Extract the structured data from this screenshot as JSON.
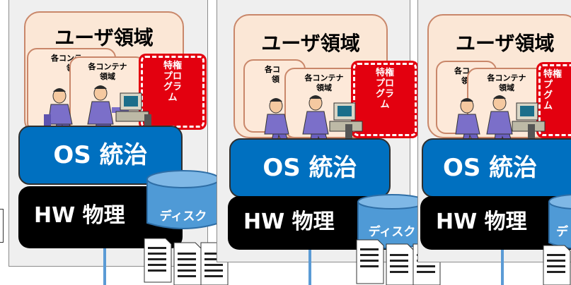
{
  "panels": [
    {
      "user_area_label": "ユーザ領域",
      "container_labels": [
        "各コンテナ領域",
        "各コンテナ領域"
      ],
      "container_label_lines": [
        [
          "各コンテ",
          "領"
        ],
        [
          "各コンテナ",
          "領域"
        ]
      ],
      "privileged_label_lines": [
        "特権",
        "プロ",
        "グラ",
        "ム"
      ],
      "os_label": "OS 統治",
      "hw_label": "HW 物理",
      "disk_label": "ディスク"
    },
    {
      "user_area_label": "ユーザ領域",
      "container_label_lines": [
        [
          "各コ",
          "領"
        ],
        [
          "各コンテナ",
          "領域"
        ]
      ],
      "privileged_label_lines": [
        "特権",
        "プロ",
        "グラ",
        "ム"
      ],
      "os_label": "OS 統治",
      "hw_label": "HW 物理",
      "disk_label": "ディスク"
    },
    {
      "user_area_label": "ユーザ領域",
      "container_label_lines": [
        [
          "各コ",
          "領"
        ],
        [
          "各コンテナ",
          "領域"
        ]
      ],
      "privileged_label_lines": [
        "特権",
        "プ",
        "グ",
        "ム"
      ],
      "os_label": "OS 統治",
      "hw_label": "HW 物理",
      "disk_label": "デ"
    }
  ],
  "colors": {
    "user_area_fill": "#fbe7d6",
    "user_area_border": "#c9876a",
    "privileged": "#e3000f",
    "os": "#0070c0",
    "hw": "#000000",
    "disk": "#4f9ad6",
    "pole": "#5b9bd5",
    "panel_bg": "#efefef"
  }
}
